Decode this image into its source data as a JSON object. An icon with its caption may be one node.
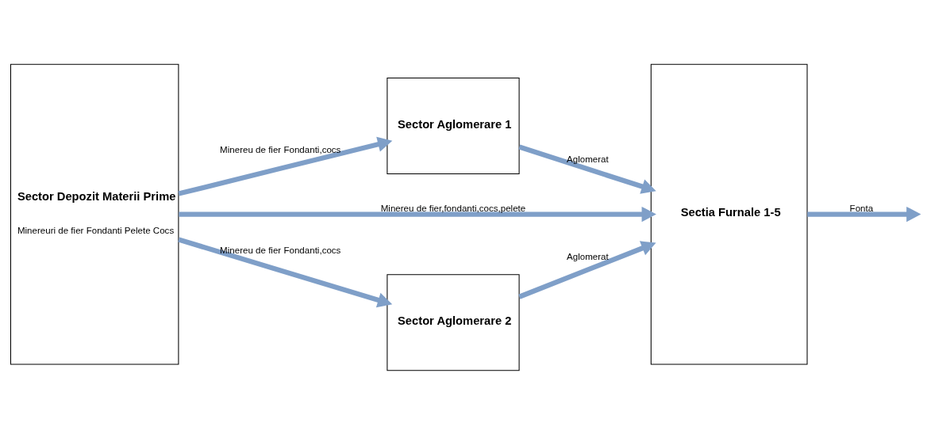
{
  "diagram": {
    "nodes": [
      {
        "text": [
          "Sector Depozit Materii Prime",
          "Minereuri de fier Fondanti Pelete Cocs"
        ]
      },
      {
        "text": [
          "Sector Aglomerare 1"
        ]
      },
      {
        "text": [
          "Sectia Furnale 1-5"
        ]
      },
      {
        "text": [
          "Sector Aglomerare 2"
        ]
      }
    ],
    "edges": [
      {
        "from": 0,
        "to": 1,
        "arrow": "to",
        "label": "Minereu de fier Fondanti,cocs"
      },
      {
        "from": 1,
        "to": 2,
        "arrow": "to",
        "label": "Aglomerat"
      },
      {
        "from": 0,
        "to": 2,
        "arrow": "to",
        "label": "Minereu de fier,fondanti,cocs,pelete"
      },
      {
        "from": 0,
        "to": 3,
        "arrow": "to",
        "label": "Minereu de fier Fondanti,cocs"
      },
      {
        "from": 3,
        "to": 2,
        "arrow": "to",
        "label": "Aglomerat"
      },
      {
        "from": 2,
        "to": null,
        "arrow": "to",
        "label": "Fonta"
      }
    ]
  }
}
